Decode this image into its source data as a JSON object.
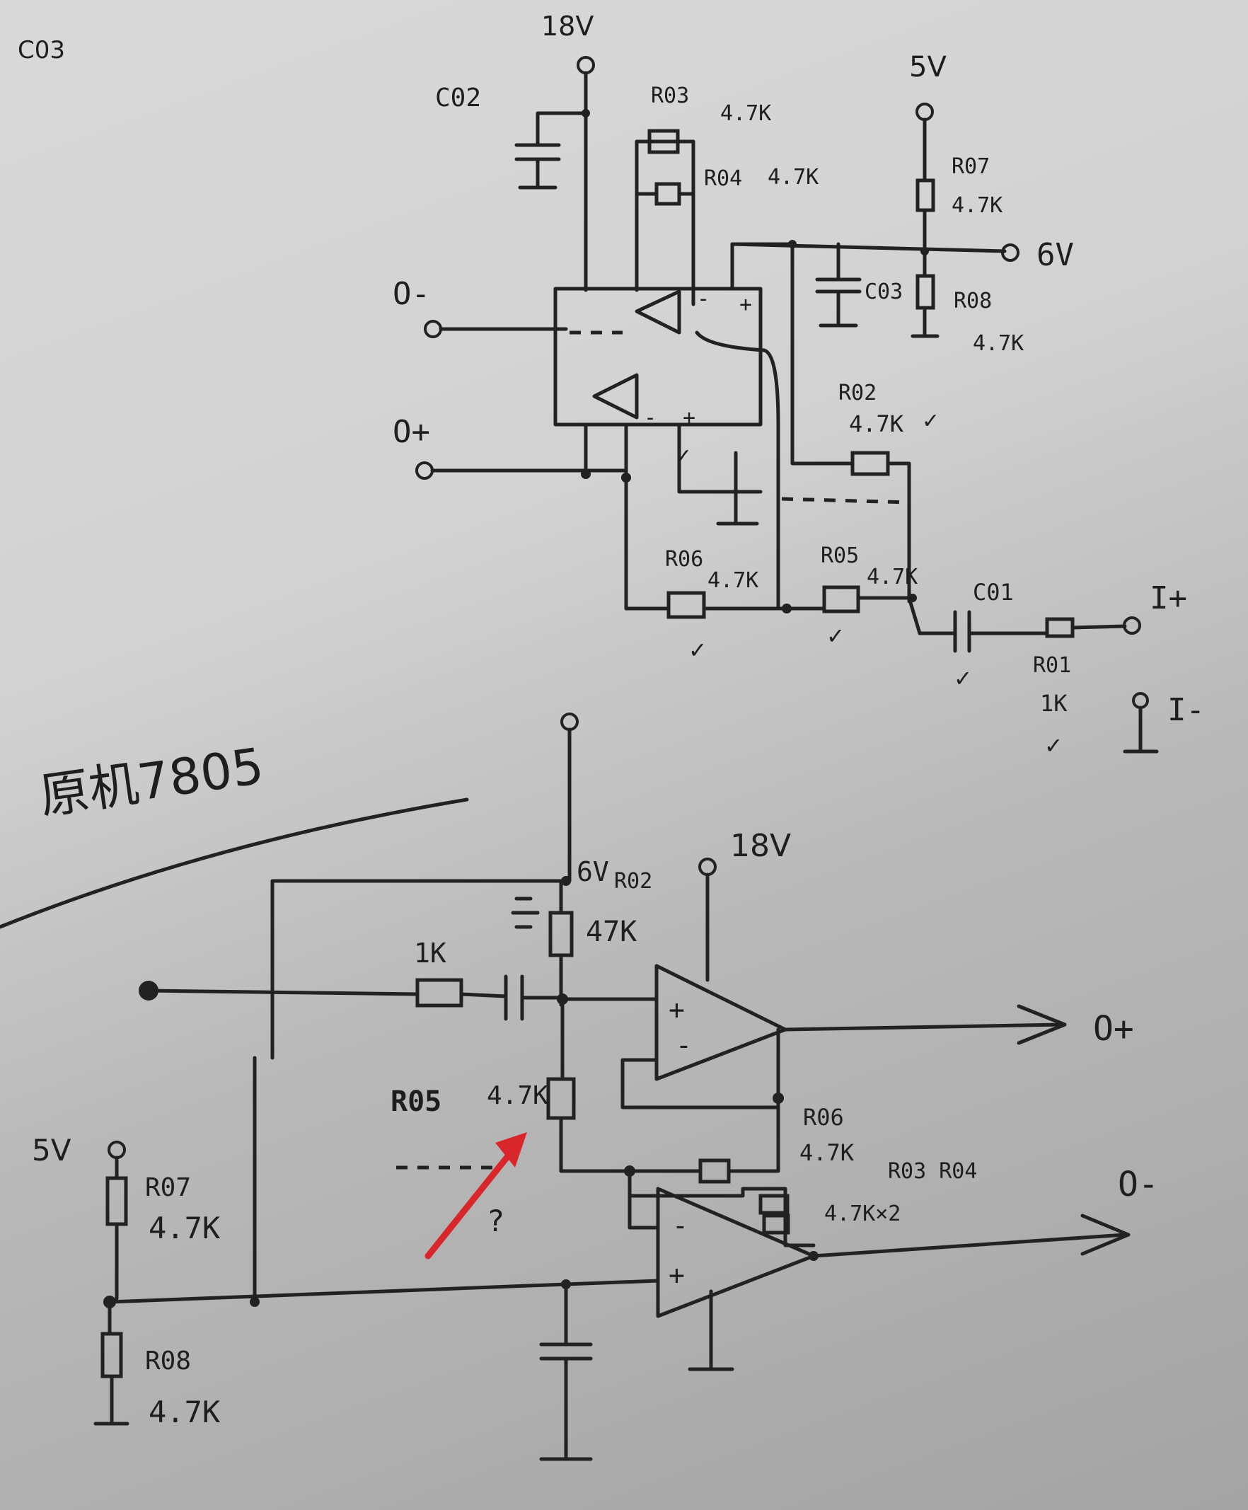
{
  "top": {
    "corner_note": "C03",
    "supply_18v": "18V",
    "supply_5v": "5V",
    "c02": "C02",
    "r03": "R03",
    "r03_val": "4.7K",
    "r04": "R04",
    "r04_val": "4.7K",
    "r07": "R07",
    "r07_val": "4.7K",
    "v6": "6V",
    "c03": "C03",
    "r08": "R08",
    "r08_val": "4.7K",
    "o_minus": "O-",
    "o_plus": "O+",
    "r02": "R02",
    "r02_val": "4.7K",
    "r06": "R06",
    "r06_val": "4.7K",
    "r05": "R05",
    "r05_val": "4.7K",
    "c01": "C01",
    "i_plus": "I+",
    "r01": "R01",
    "r01_val": "1K",
    "i_minus": "I-",
    "check": "✓"
  },
  "bottom": {
    "title": "原机7805",
    "v6": "6V",
    "r02": "R02",
    "r02_val": "47K",
    "supply_18v": "18V",
    "r1k": "1K",
    "o_plus": "O+",
    "r05": "R05",
    "r05_val": "4.7K",
    "r06": "R06",
    "r06_val": "4.7K",
    "o_minus": "O-",
    "r03_r04": "R03 R04",
    "r03r04_val": "4.7K×2",
    "v5": "5V",
    "r07": "R07",
    "r07_val": "4.7K",
    "r08": "R08",
    "r08_val": "4.7K",
    "question": "?"
  },
  "colors": {
    "ink": "#222222",
    "arrow": "#d8262b"
  }
}
